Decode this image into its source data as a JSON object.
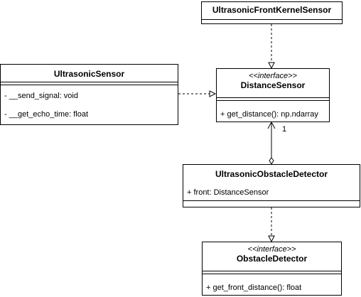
{
  "classes": {
    "front_kernel": {
      "name": "UltrasonicFrontKernelSensor"
    },
    "ultrasonic": {
      "name": "UltrasonicSensor",
      "fields": [
        "- __send_signal: void",
        "- __get_echo_time: float"
      ]
    },
    "distance": {
      "stereotype": "<<interface>>",
      "name": "DistanceSensor",
      "methods": [
        "+ get_distance(): np.ndarray"
      ]
    },
    "detector": {
      "name": "UltrasonicObstacleDetector",
      "fields": [
        "+ front: DistanceSensor"
      ]
    },
    "obstacle": {
      "stereotype": "<<interface>>",
      "name": "ObstacleDetector",
      "methods": [
        "+ get_front_distance(): float"
      ]
    }
  },
  "edges": {
    "aggregation_multiplicity": "1"
  }
}
